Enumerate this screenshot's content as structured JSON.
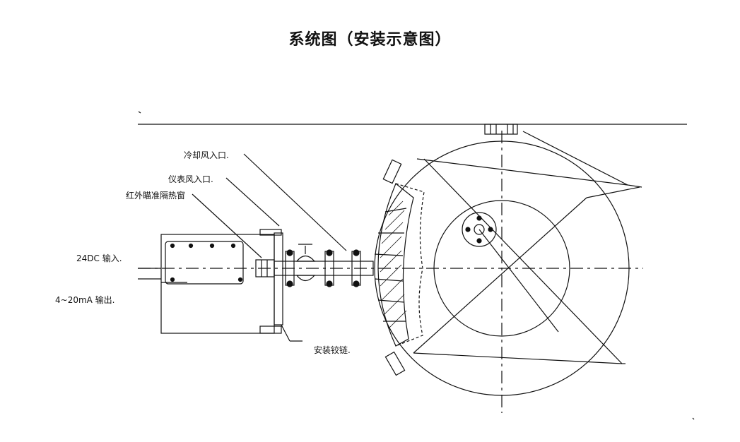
{
  "title": "系统图（安装示意图）",
  "labels": {
    "cooling_air_inlet": "冷却风入口.",
    "instrument_air_inlet": "仪表风入口.",
    "ir_aiming_window": "红外瞄准隔热窗",
    "dc_input": "24DC 输入.",
    "ma_output": "4~20mA 输出.",
    "install_hinge": "安装铰链."
  },
  "colors": {
    "line": "#111111",
    "background": "#ffffff"
  }
}
